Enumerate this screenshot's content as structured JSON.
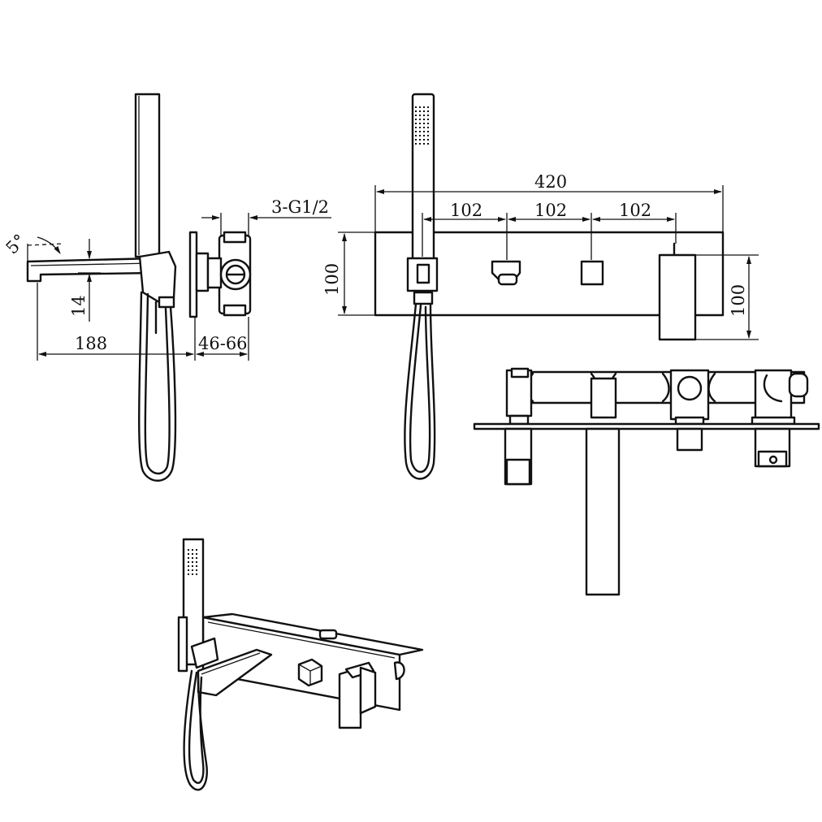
{
  "colors": {
    "line": "#111111",
    "background": "#ffffff"
  },
  "side_view": {
    "angle_label": "5°",
    "thread_label": "3-G1/2",
    "spout_length": "188",
    "spout_drop": "14",
    "wall_depth": "46-66"
  },
  "front_view": {
    "overall_width": "420",
    "spacing_1": "102",
    "spacing_2": "102",
    "spacing_3": "102",
    "plate_height_left": "100",
    "plate_height_right": "100"
  }
}
